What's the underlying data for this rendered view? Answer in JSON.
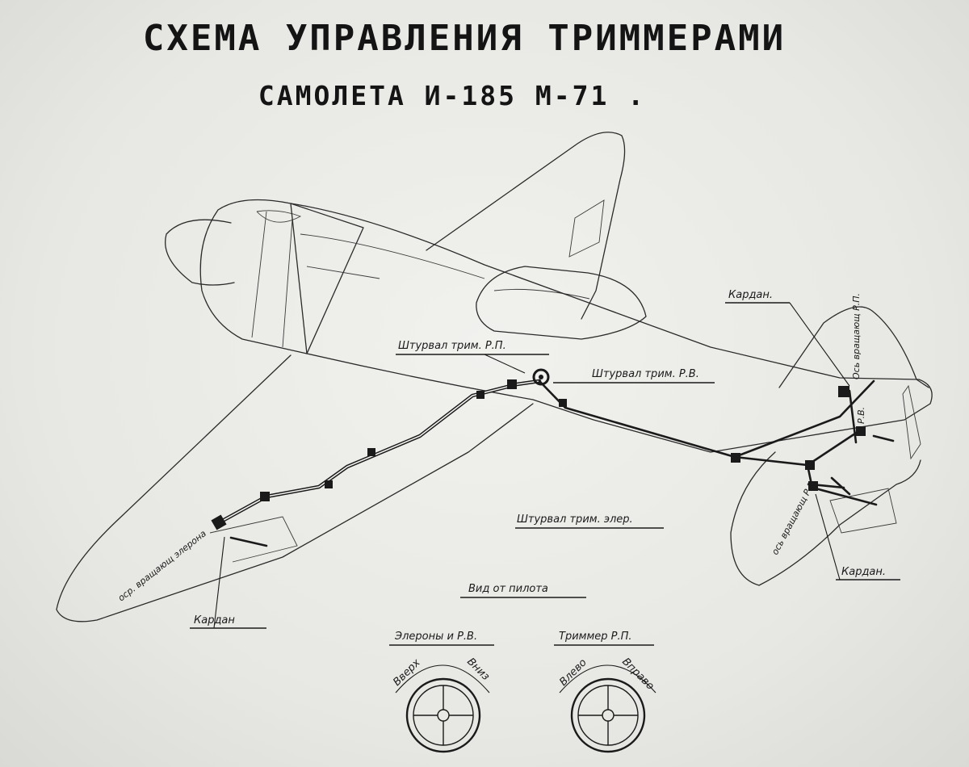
{
  "title": {
    "line1": "СХЕМА УПРАВЛЕНИЯ ТРИММЕРАМИ",
    "line2": "САМОЛЕТА И-185 М-71 ."
  },
  "labels": {
    "rudder_trim_wheel": "Штурвал трим. Р.П.",
    "elevator_trim_wheel": "Штурвал трим. Р.В.",
    "aileron_trim_wheel": "Штурвал трим. элер.",
    "cardan_top": "Кардан.",
    "cardan_bottom_right": "Кардан.",
    "cardan_left": "Кардан",
    "aileron_rotating_axis": "оср. вращающ элерона",
    "rudder_rotating_axis": "Ось вращающ Р.П.",
    "elevator_rotating_axis": "ось вращающ Р.В.",
    "tail_small_mark": "Р.В."
  },
  "pilot_view": {
    "heading": "Вид от пилота",
    "wheels": [
      {
        "title": "Элероны и Р.В.",
        "left_dir": "Вверх",
        "right_dir": "Вниз"
      },
      {
        "title": "Триммер Р.П.",
        "left_dir": "Влево",
        "right_dir": "Вправо"
      }
    ]
  }
}
